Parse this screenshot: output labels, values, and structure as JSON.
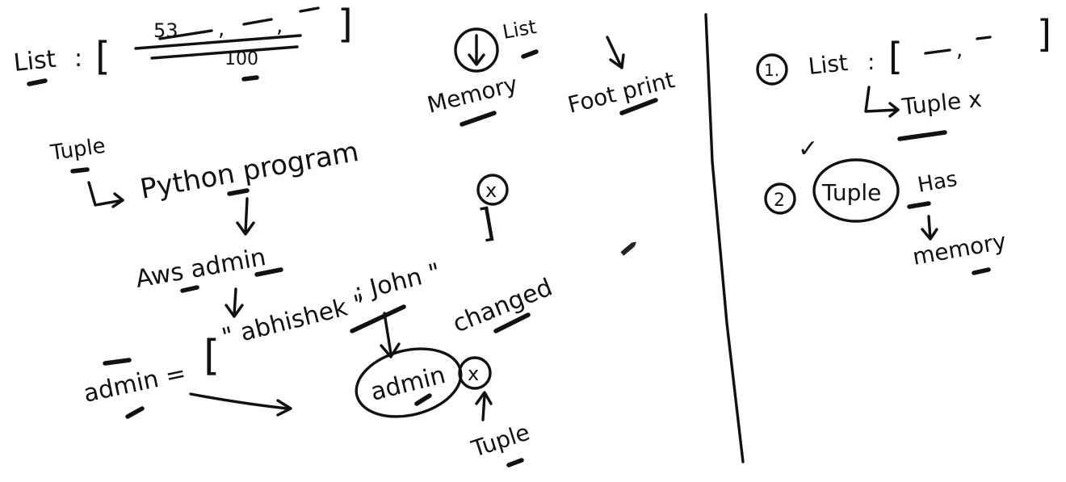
{
  "left_notes": {
    "list_label": "List",
    "colon": ":",
    "bracket_open": "[",
    "bracket_close": "]",
    "value_53": "53",
    "comma": ",",
    "value_100": "100",
    "tuple_label": "Tuple",
    "python_program": "Python program",
    "aws_admin": "Aws admin",
    "admin_assign": "admin =",
    "abhishek_item": "\" abhishek \"",
    "john_item": "; John \"",
    "changed": "changed",
    "admin_circled": "admin",
    "tuple_bottom": "Tuple",
    "cross_symbol": "x"
  },
  "middle_notes": {
    "list_small": "List",
    "memory": "Memory",
    "foot_print": "Foot print"
  },
  "right_notes": {
    "num_1": "1.",
    "list_label": "List",
    "colon": ":",
    "bracket_open": "[",
    "bracket_close": "]",
    "tuple_x": "Tuple x",
    "check": "✓",
    "num_2": "2",
    "tuple_circled": "Tuple",
    "has": "Has",
    "memory": "memory"
  },
  "tool_icon": "pencil-icon",
  "colors": {
    "ink": "#111111",
    "background": "#ffffff"
  }
}
